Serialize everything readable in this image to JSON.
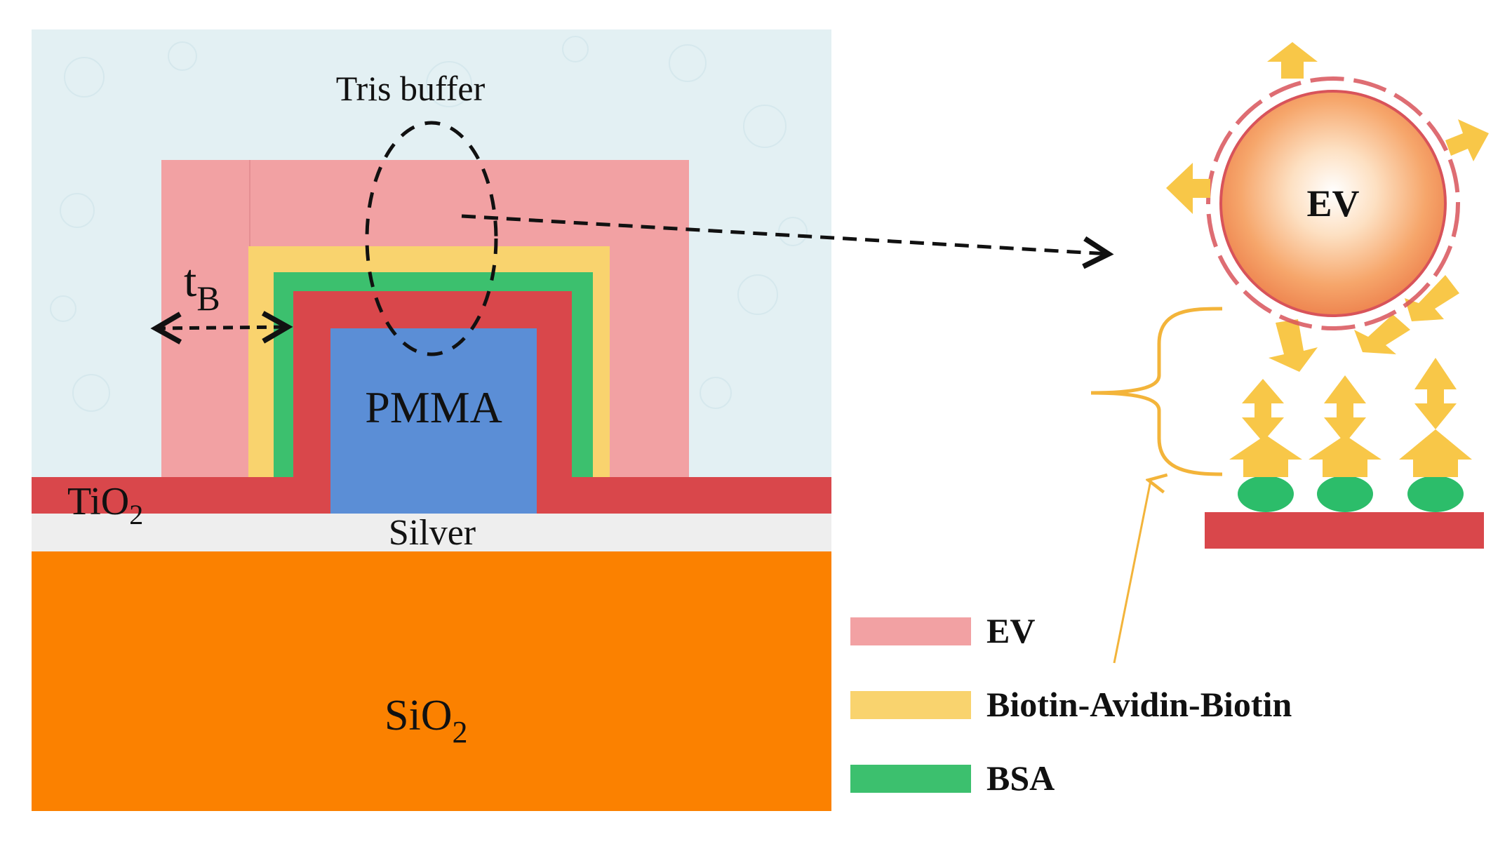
{
  "labels": {
    "tris_buffer": "Tris buffer",
    "tb_main": "t",
    "tb_sub": "B",
    "pmma": "PMMA",
    "tio2_main": "TiO",
    "tio2_sub": "2",
    "silver": "Silver",
    "sio2_main": "SiO",
    "sio2_sub": "2",
    "ev_particle": "EV"
  },
  "legend": {
    "items": [
      {
        "label": "EV",
        "color": "#f2a1a3"
      },
      {
        "label": "Biotin-Avidin-Biotin",
        "color": "#f9d36e"
      },
      {
        "label": "BSA",
        "color": "#3cc06e"
      }
    ]
  },
  "colors": {
    "buffer_bg": "#e3f0f3",
    "ev_layer": "#f2a1a3",
    "bab_layer": "#f9d36e",
    "bsa_layer": "#3cc06e",
    "tio2": "#d9474b",
    "pmma": "#5b8ed6",
    "silver": "#eeeeee",
    "sio2": "#fb8100",
    "arrow_yellow": "#f8c748",
    "ev_particle_core": "#ffffff",
    "ev_particle_edge": "#f08a5a",
    "ev_dashed_ring": "#d8535a",
    "bsa_blob": "#2cbd6a",
    "brace": "#f3b43a"
  }
}
